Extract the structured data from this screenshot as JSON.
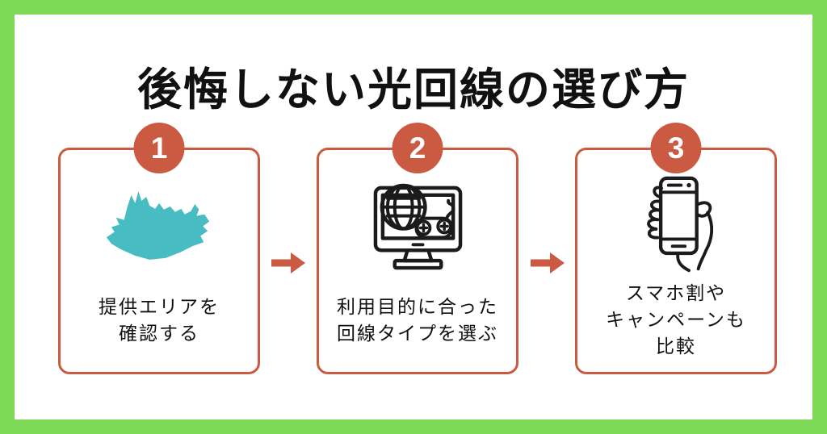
{
  "title": "後悔しない光回線の選び方",
  "colors": {
    "frame_green": "#7ED957",
    "accent_red": "#CB5A43",
    "map_teal": "#47BCC2",
    "text": "#111111",
    "background": "#FFFFFF"
  },
  "steps": [
    {
      "number": "1",
      "icon": "japan-area-map-icon",
      "lines": [
        "提供エリアを",
        "確認する"
      ]
    },
    {
      "number": "2",
      "icon": "monitor-globe-gamepad-icon",
      "lines": [
        "利用目的に合った",
        "回線タイプを選ぶ"
      ]
    },
    {
      "number": "3",
      "icon": "hand-holding-smartphone-icon",
      "lines": [
        "スマホ割や",
        "キャンペーンも",
        "比較"
      ]
    }
  ],
  "connectors": [
    {
      "icon": "right-arrow-icon"
    },
    {
      "icon": "right-arrow-icon"
    }
  ]
}
